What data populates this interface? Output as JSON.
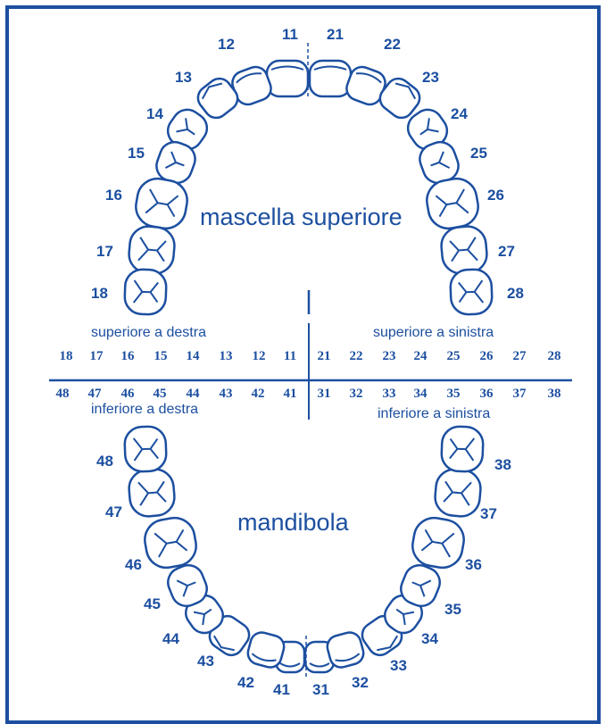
{
  "colors": {
    "ink": "#1c4fa0",
    "background": "#ffffff"
  },
  "upper_arch": {
    "title": "mascella superiore",
    "teeth": [
      "11",
      "12",
      "13",
      "14",
      "15",
      "16",
      "17",
      "18",
      "21",
      "22",
      "23",
      "24",
      "25",
      "26",
      "27",
      "28"
    ]
  },
  "lower_arch": {
    "title": "mandibola",
    "teeth": [
      "31",
      "32",
      "33",
      "34",
      "35",
      "36",
      "37",
      "38",
      "41",
      "42",
      "43",
      "44",
      "45",
      "46",
      "47",
      "48"
    ]
  },
  "quadrant_labels": {
    "upper_right": "superiore a destra",
    "upper_left": "superiore a sinistra",
    "lower_right": "inferiore a destra",
    "lower_left": "inferiore a sinistra"
  },
  "chart_upper_row": [
    "18",
    "17",
    "16",
    "15",
    "14",
    "13",
    "12",
    "11",
    "21",
    "22",
    "23",
    "24",
    "25",
    "26",
    "27",
    "28"
  ],
  "chart_lower_row": [
    "48",
    "47",
    "46",
    "45",
    "44",
    "43",
    "42",
    "41",
    "31",
    "32",
    "33",
    "34",
    "35",
    "36",
    "37",
    "38"
  ]
}
